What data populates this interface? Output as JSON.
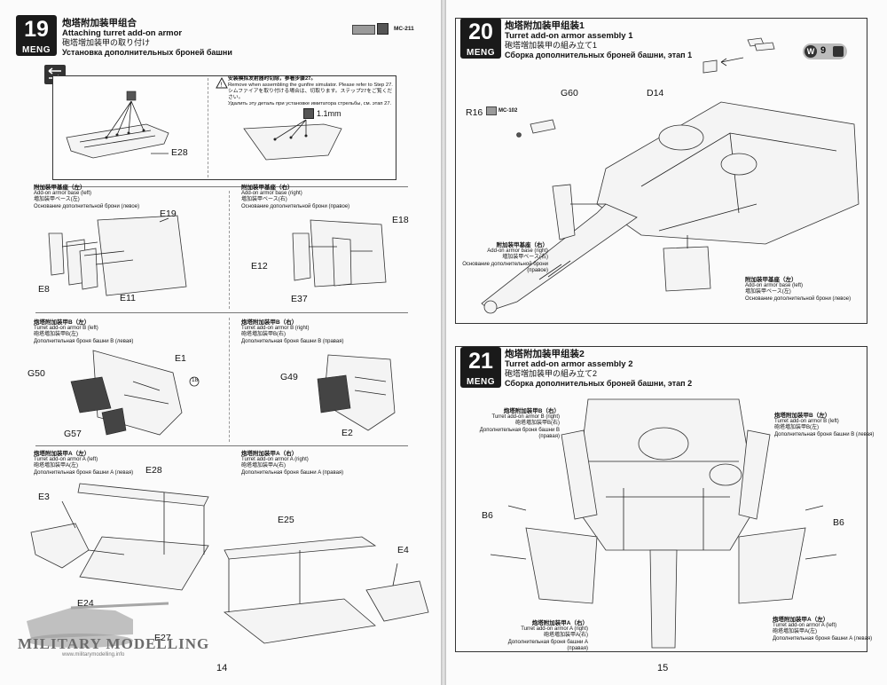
{
  "left_page": {
    "step19": {
      "number": "19",
      "brand": "MENG",
      "title_cn": "炮塔附加装甲组合",
      "title_en": "Attaching turret add-on armor",
      "title_jp": "砲塔増加装甲の取り付け",
      "title_ru": "Установка дополнительных броней башни",
      "paint_ref": "MC-211",
      "note_cn": "安装模拟发射器时切除，参看步骤27。",
      "note_en": "Remove when assembling the gunfire simulator. Please refer to Step 27.",
      "note_jp": "シムファイアを取り付ける場合は、切取ります。ステップ27をご覧ください。",
      "note_ru": "Удалить эту деталь при установке имитатора стрельбы, см. этап 27.",
      "drill": "1.1mm",
      "part_e28_top": "E28"
    },
    "sub_left_base": {
      "cn": "附加装甲基座（左）",
      "en": "Add-on armor base (left)",
      "jp": "増加装甲ベース(左)",
      "ru": "Основание дополнительной брони (левое)",
      "parts": [
        "E19",
        "E8",
        "E11"
      ]
    },
    "sub_right_base": {
      "cn": "附加装甲基座（右）",
      "en": "Add-on armor base (right)",
      "jp": "増加装甲ベース(右)",
      "ru": "Основание дополнительной брони (правое)",
      "parts": [
        "E18",
        "E12",
        "E37"
      ]
    },
    "sub_left_b": {
      "cn": "炮塔附加装甲B（左）",
      "en": "Turret add-on armor B (left)",
      "jp": "砲塔増加装甲B(左)",
      "ru": "Дополнительная броня башни B (левая)",
      "parts": [
        "E1",
        "G50",
        "G57"
      ],
      "decal": "18"
    },
    "sub_right_b": {
      "cn": "炮塔附加装甲B（右）",
      "en": "Turret add-on armor B (right)",
      "jp": "砲塔増加装甲B(右)",
      "ru": "Дополнительная броня башни B (правая)",
      "parts": [
        "G49",
        "E2"
      ]
    },
    "sub_left_a": {
      "cn": "炮塔附加装甲A（左）",
      "en": "Turret add-on armor A (left)",
      "jp": "砲塔増加装甲A(左)",
      "ru": "Дополнительная броня башни A (левая)",
      "parts": [
        "E28",
        "E3",
        "E24"
      ]
    },
    "sub_right_a": {
      "cn": "炮塔附加装甲A（右）",
      "en": "Turret add-on armor A (right)",
      "jp": "砲塔増加装甲A(右)",
      "ru": "Дополнительная броня башни A (правая)",
      "parts": [
        "E25",
        "E4",
        "E27"
      ]
    },
    "watermark": "MILITARY MODELLING",
    "watermark_url": "www.militarymodelling.info",
    "page_number": "14"
  },
  "right_page": {
    "step20": {
      "number": "20",
      "brand": "MENG",
      "title_cn": "炮塔附加装甲组装1",
      "title_en": "Turret add-on armor assembly 1",
      "title_jp": "砲塔増加装甲の組み立て1",
      "title_ru": "Сборка дополнительных броней башни, этап 1",
      "parts": [
        "G60",
        "D14",
        "R16"
      ],
      "paint_ref": "MC-102",
      "w_badge": "W",
      "w_count": "9",
      "right_base": {
        "cn": "附加装甲基座（右）",
        "en": "Add-on armor base (right)",
        "jp": "増加装甲ベース(右)",
        "ru": "Основание дополнительной брони (правое)"
      },
      "left_base": {
        "cn": "附加装甲基座（左）",
        "en": "Add-on armor base (left)",
        "jp": "増加装甲ベース(左)",
        "ru": "Основание дополнительной брони (левое)"
      }
    },
    "step21": {
      "number": "21",
      "brand": "MENG",
      "title_cn": "炮塔附加装甲组装2",
      "title_en": "Turret add-on armor assembly 2",
      "title_jp": "砲塔増加装甲の組み立て2",
      "title_ru": "Сборка дополнительных броней башни, этап 2",
      "part_left": "B6",
      "part_right": "B6",
      "b_right": {
        "cn": "炮塔附加装甲B（右）",
        "en": "Turret add-on armor B (right)",
        "jp": "砲塔増加装甲B(右)",
        "ru": "Дополнительная броня башни B (правая)"
      },
      "b_left": {
        "cn": "炮塔附加装甲B（左）",
        "en": "Turret add-on armor B (left)",
        "jp": "砲塔増加装甲B(左)",
        "ru": "Дополнительная броня башни B (левая)"
      },
      "a_right": {
        "cn": "炮塔附加装甲A（右）",
        "en": "Turret add-on armor A (right)",
        "jp": "砲塔増加装甲A(右)",
        "ru": "Дополнительная броня башни A (правая)"
      },
      "a_left": {
        "cn": "炮塔附加装甲A（左）",
        "en": "Turret add-on armor A (left)",
        "jp": "砲塔増加装甲A(左)",
        "ru": "Дополнительная броня башни A (левая)"
      }
    },
    "page_number": "15"
  }
}
